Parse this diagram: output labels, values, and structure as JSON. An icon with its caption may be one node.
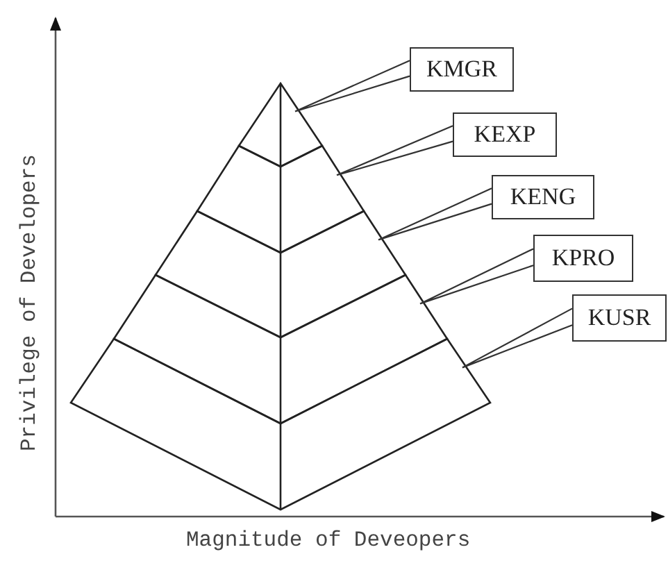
{
  "diagram": {
    "nodes": [
      {
        "text": [
          "KMGR"
        ]
      },
      {
        "text": [
          "KEXP"
        ]
      },
      {
        "text": [
          "KENG"
        ]
      },
      {
        "text": [
          "KPRO"
        ]
      },
      {
        "text": [
          "KUSR"
        ]
      },
      {
        "text": [],
        "shape": "band"
      },
      {
        "text": [],
        "shape": "band"
      },
      {
        "text": [],
        "shape": "band"
      },
      {
        "text": [],
        "shape": "band"
      },
      {
        "text": [],
        "shape": "band"
      }
    ],
    "edges": [
      {
        "from": 0,
        "to": 5,
        "arrow": "none"
      },
      {
        "from": 1,
        "to": 6,
        "arrow": "none"
      },
      {
        "from": 2,
        "to": 7,
        "arrow": "none"
      },
      {
        "from": 3,
        "to": 8,
        "arrow": "none"
      },
      {
        "from": 4,
        "to": 9,
        "arrow": "none"
      }
    ],
    "labels": [
      "Privilege of Developers",
      "Magnitude of Deveopers"
    ]
  }
}
